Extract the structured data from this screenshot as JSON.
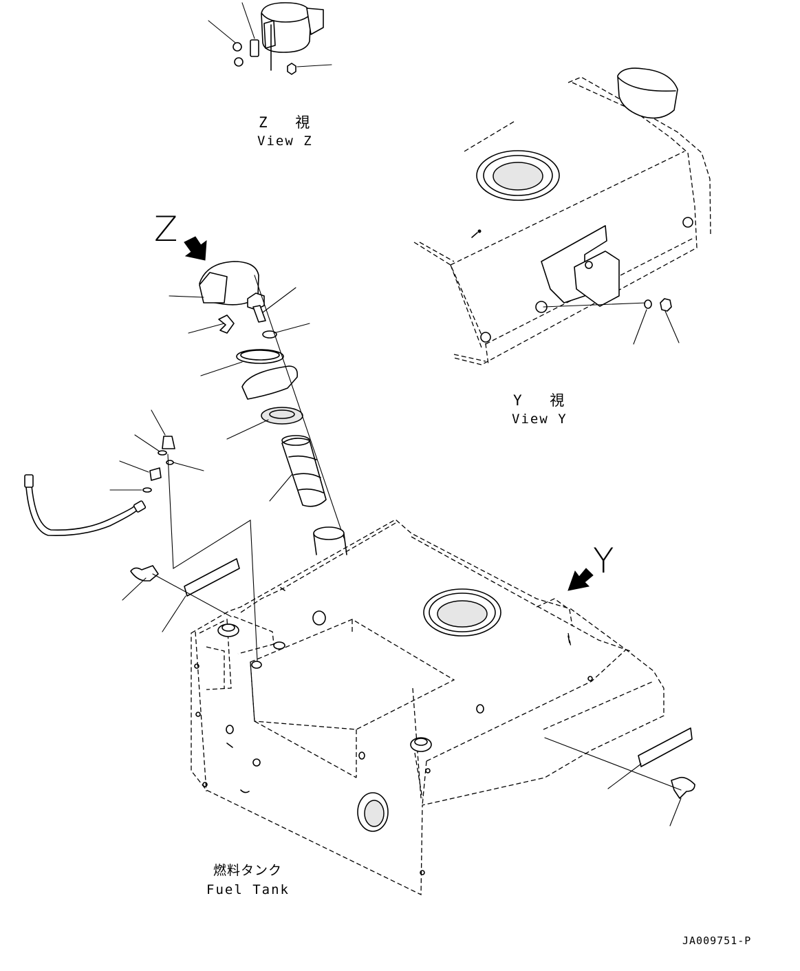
{
  "labels": {
    "view_z_jp": "Z 視",
    "view_z_en": "View Z",
    "view_y_jp": "Y 視",
    "view_y_en": "View Y",
    "tank_jp": "燃料タンク",
    "tank_en": "Fuel Tank",
    "arrow_z": "Z",
    "arrow_y": "Y",
    "drawing_code": "JA009751-P"
  },
  "icons": {
    "view_arrow": "arrow-icon"
  }
}
